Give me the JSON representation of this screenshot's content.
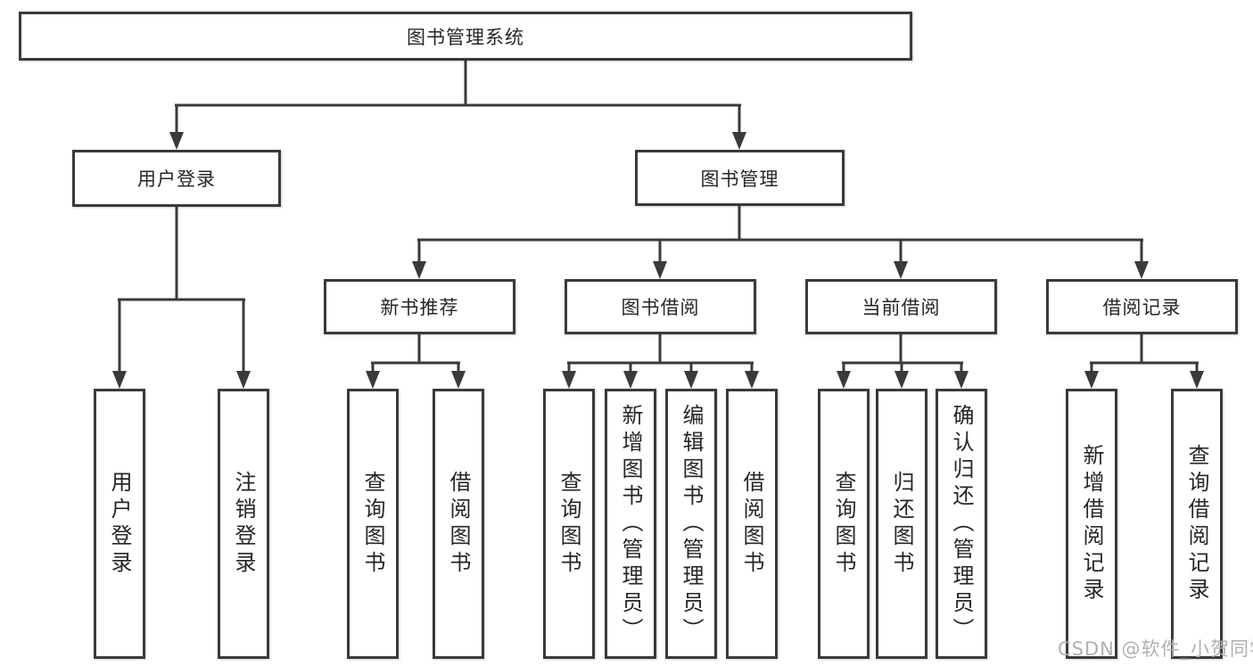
{
  "diagram": {
    "root": {
      "label": "图书管理系统"
    },
    "level2": [
      {
        "label": "用户登录"
      },
      {
        "label": "图书管理"
      }
    ],
    "level3": [
      {
        "label": "新书推荐"
      },
      {
        "label": "图书借阅"
      },
      {
        "label": "当前借阅"
      },
      {
        "label": "借阅记录"
      }
    ],
    "leaves": {
      "user_login": [
        "用户登录",
        "注销登录"
      ],
      "new_book_recommend": [
        "查询图书",
        "借阅图书"
      ],
      "book_borrow": [
        "查询图书",
        "新增图书（管理员）",
        "编辑图书（管理员）",
        "借阅图书"
      ],
      "current_borrow": [
        "查询图书",
        "归还图书",
        "确认归还（管理员）"
      ],
      "borrow_records": [
        "新增借阅记录",
        "查询借阅记录"
      ]
    },
    "watermark": "CSDN @软件_小贺同学",
    "colors": {
      "line": "#3a3a3a",
      "text": "#262626",
      "watermark": "#b0b0b0",
      "background": "#ffffff"
    }
  }
}
